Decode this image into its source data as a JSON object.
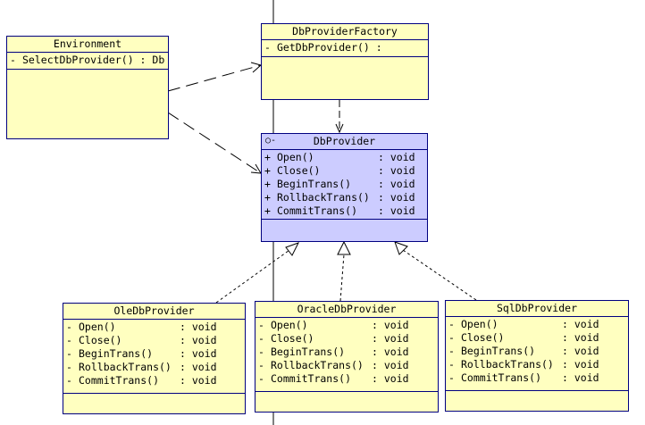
{
  "classes": {
    "environment": {
      "name": "Environment",
      "operations": [
        {
          "visibility": "-",
          "name": "SelectDbProvider() : Db",
          "ret": ""
        }
      ]
    },
    "factory": {
      "name": "DbProviderFactory",
      "operations": [
        {
          "visibility": "-",
          "name": "GetDbProvider() :",
          "ret": ""
        }
      ]
    },
    "dbprovider": {
      "name": "DbProvider",
      "interface_marker": "○-",
      "operations": [
        {
          "visibility": "+",
          "name": "Open()",
          "ret": ": void"
        },
        {
          "visibility": "+",
          "name": "Close()",
          "ret": ": void"
        },
        {
          "visibility": "+",
          "name": "BeginTrans()",
          "ret": ": void"
        },
        {
          "visibility": "+",
          "name": "RollbackTrans()",
          "ret": ": void"
        },
        {
          "visibility": "+",
          "name": "CommitTrans()",
          "ret": ": void"
        }
      ]
    },
    "ole": {
      "name": "OleDbProvider",
      "operations": [
        {
          "visibility": "-",
          "name": "Open()",
          "ret": ": void"
        },
        {
          "visibility": "-",
          "name": "Close()",
          "ret": ": void"
        },
        {
          "visibility": "-",
          "name": "BeginTrans()",
          "ret": ": void"
        },
        {
          "visibility": "-",
          "name": "RollbackTrans()",
          "ret": ": void"
        },
        {
          "visibility": "-",
          "name": "CommitTrans()",
          "ret": ": void"
        }
      ]
    },
    "oracle": {
      "name": "OracleDbProvider",
      "operations": [
        {
          "visibility": "-",
          "name": "Open()",
          "ret": ": void"
        },
        {
          "visibility": "-",
          "name": "Close()",
          "ret": ": void"
        },
        {
          "visibility": "-",
          "name": "BeginTrans()",
          "ret": ": void"
        },
        {
          "visibility": "-",
          "name": "RollbackTrans()",
          "ret": ": void"
        },
        {
          "visibility": "-",
          "name": "CommitTrans()",
          "ret": ": void"
        }
      ]
    },
    "sql": {
      "name": "SqlDbProvider",
      "operations": [
        {
          "visibility": "-",
          "name": "Open()",
          "ret": ": void"
        },
        {
          "visibility": "-",
          "name": "Close()",
          "ret": ": void"
        },
        {
          "visibility": "-",
          "name": "BeginTrans()",
          "ret": ": void"
        },
        {
          "visibility": "-",
          "name": "RollbackTrans()",
          "ret": ": void"
        },
        {
          "visibility": "-",
          "name": "CommitTrans()",
          "ret": ": void"
        }
      ]
    }
  },
  "colors": {
    "class_fill": "#ffffc0",
    "interface_fill": "#ccccff",
    "border": "#000080",
    "line": "#000000"
  },
  "relations": [
    {
      "type": "dependency",
      "from": "Environment",
      "to": "DbProviderFactory"
    },
    {
      "type": "dependency",
      "from": "Environment",
      "to": "DbProvider"
    },
    {
      "type": "dependency",
      "from": "DbProviderFactory",
      "to": "DbProvider"
    },
    {
      "type": "realization",
      "from": "OleDbProvider",
      "to": "DbProvider"
    },
    {
      "type": "realization",
      "from": "OracleDbProvider",
      "to": "DbProvider"
    },
    {
      "type": "realization",
      "from": "SqlDbProvider",
      "to": "DbProvider"
    }
  ]
}
